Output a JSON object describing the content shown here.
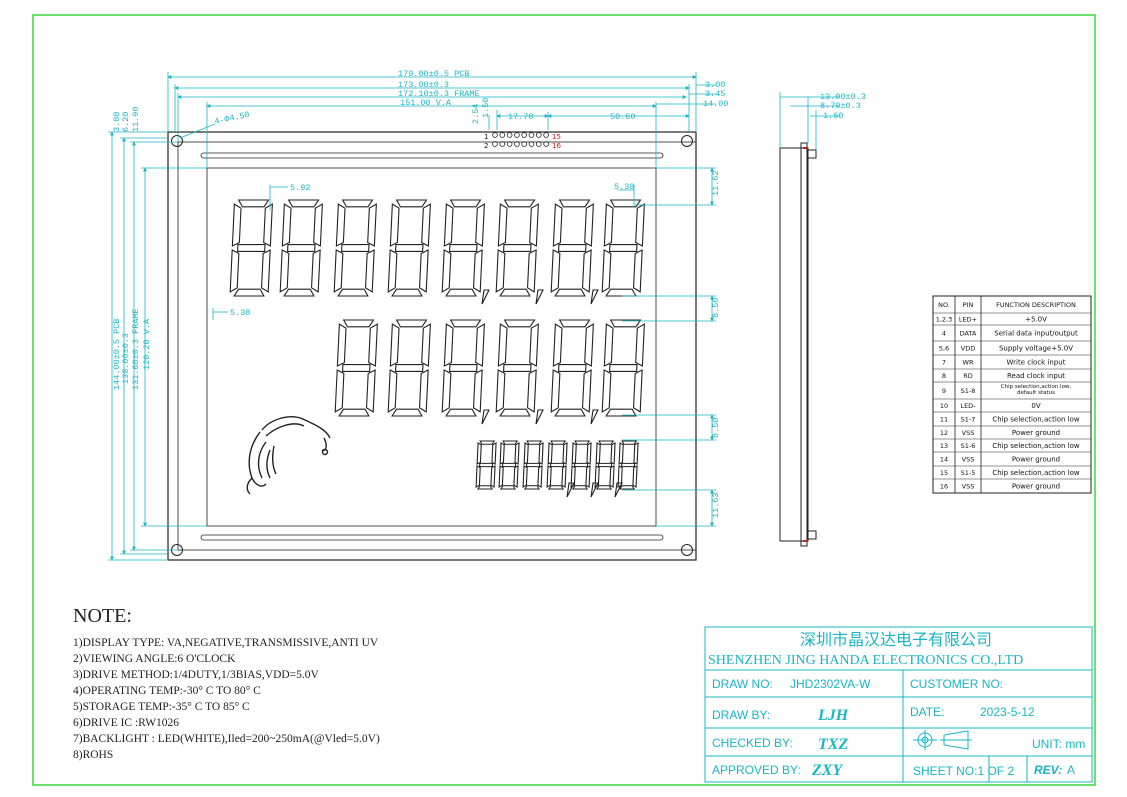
{
  "dimensions": {
    "pcb_w": "179.00±0.5 PCB",
    "d300": "3.00",
    "frame_w_outer": "173.00±0.3",
    "d345": "3.45",
    "frame_w": "172.10±0.3 FRAME",
    "va_w": "151.00 V.A",
    "d1400": "14.00",
    "d254": "2.54",
    "d150": "1.50",
    "d1778": "17.78",
    "d5060": "50.60",
    "hole": "4-Φ4.50",
    "d592": "5.92",
    "d538a": "5.38",
    "d538b": "5.38",
    "d380": "3.80",
    "d620": "6.20",
    "d1190": "11.90",
    "pcb_h": "144.00±0.5 PCB",
    "frame_h_outer": "138.00±0.3",
    "frame_h": "131.60±0.3 FRAME",
    "va_h": "120.20 V.A",
    "d1162": "11.62",
    "d850a": "8.50",
    "d850b": "8.50",
    "d1163": "11.63",
    "side_t1": "13.00±0.3",
    "side_t2": "8.70±0.3",
    "side_t3": "1.60",
    "pin1": "1",
    "pin2": "2",
    "pin15": "15",
    "pin16": "16"
  },
  "pin_table": {
    "headers": [
      "NO.",
      "PIN",
      "FUNCTION DESCRIPTION"
    ],
    "rows": [
      [
        "1,2,3",
        "LED+",
        "+5.0V"
      ],
      [
        "4",
        "DATA",
        "Serial data input/output"
      ],
      [
        "5,6",
        "VDD",
        "Supply voltage+5.0V"
      ],
      [
        "7",
        "WR",
        "Write clock input"
      ],
      [
        "8",
        "RD",
        "Read clock input"
      ],
      [
        "9",
        "S1-8",
        "Chip selection,action low,",
        "default status"
      ],
      [
        "10",
        "LED-",
        "0V"
      ],
      [
        "11",
        "S1-7",
        "Chip selection,action low"
      ],
      [
        "12",
        "VSS",
        "Power ground"
      ],
      [
        "13",
        "S1-6",
        "Chip selection,action low"
      ],
      [
        "14",
        "VSS",
        "Power ground"
      ],
      [
        "15",
        "S1-5",
        "Chip selection,action low"
      ],
      [
        "16",
        "VSS",
        "Power ground"
      ]
    ]
  },
  "notes": {
    "title": "NOTE:",
    "items": [
      "1)DISPLAY TYPE: VA,NEGATIVE,TRANSMISSIVE,ANTI UV",
      "2)VIEWING ANGLE:6 O'CLOCK",
      "3)DRIVE METHOD:1/4DUTY,1/3BIAS,VDD=5.0V",
      "4)OPERATING TEMP:-30° C TO 80° C",
      "5)STORAGE TEMP:-35° C TO 85° C",
      "6)DRIVE IC :RW1026",
      "7)BACKLIGHT : LED(WHITE),Iled=200~250mA(@Vled=5.0V)",
      "8)ROHS"
    ]
  },
  "title_block": {
    "company_cn": "深圳市晶汉达电子有限公司",
    "company_en": "SHENZHEN JING HANDA ELECTRONICS CO.,LTD",
    "draw_no_label": "DRAW NO:",
    "draw_no": "JHD2302VA-W",
    "customer_no_label": "CUSTOMER NO:",
    "draw_label": "DRAW BY:",
    "draw_by": "LJH",
    "date_label": "DATE:",
    "date": "2023-5-12",
    "checked_label": "CHECKED BY:",
    "checked_by": "TXZ",
    "unit_label": "UNIT: mm",
    "approved_label": "APPROVED BY:",
    "approved_by": "ZXY",
    "sheet_label": "SHEET NO:1 OF 2",
    "rev_label": "REV:",
    "rev": "A"
  },
  "colors": {
    "border": "#3ad93a",
    "dimension": "#1ab5c4",
    "outline": "#222222",
    "pin_red": "#d11a1a"
  }
}
